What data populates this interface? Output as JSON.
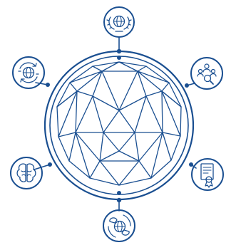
{
  "colors": {
    "primary": "#1a4f91",
    "background": "#ffffff"
  },
  "hub": {
    "icon": "geodesic-sphere-icon"
  },
  "satellites": [
    {
      "id": "top",
      "icon": "globe-with-laurel-wreath-icon"
    },
    {
      "id": "upper-left",
      "icon": "globe-in-gear-cycle-icon"
    },
    {
      "id": "upper-right",
      "icon": "people-network-magnifier-icon"
    },
    {
      "id": "lower-left",
      "icon": "brain-icon"
    },
    {
      "id": "lower-right",
      "icon": "certificate-ribbon-icon"
    },
    {
      "id": "bottom",
      "icon": "globe-speech-bubbles-icon"
    }
  ]
}
